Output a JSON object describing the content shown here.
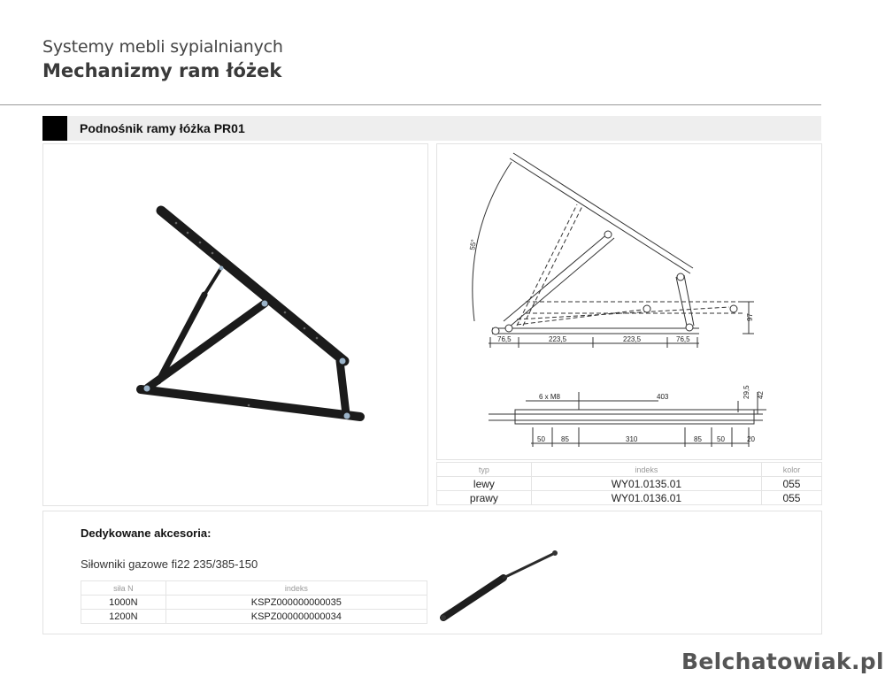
{
  "header": {
    "subtitle": "Systemy mebli sypialnianych",
    "title": "Mechanizmy ram łóżek"
  },
  "section": {
    "title": "Podnośnik ramy łóżka PR01"
  },
  "drawing": {
    "angle_label": "55°",
    "height_label": "97",
    "dims_top": [
      "76,5",
      "223,5",
      "223,5",
      "76,5"
    ],
    "bolt_label": "6 x M8",
    "length_label": "403",
    "right_dims": [
      "29,5",
      "42"
    ],
    "dims_bottom": [
      "50",
      "85",
      "310",
      "85",
      "50",
      "20"
    ]
  },
  "variants": {
    "headers": [
      "typ",
      "indeks",
      "kolor"
    ],
    "rows": [
      [
        "lewy",
        "WY01.0135.01",
        "055"
      ],
      [
        "prawy",
        "WY01.0136.01",
        "055"
      ]
    ]
  },
  "accessories": {
    "title": "Dedykowane akcesoria:",
    "product": "Siłowniki gazowe fi22 235/385-150",
    "headers": [
      "siła N",
      "indeks"
    ],
    "rows": [
      [
        "1000N",
        "KSPZ000000000035"
      ],
      [
        "1200N",
        "KSPZ000000000034"
      ]
    ]
  },
  "watermark": "Belchatowiak.pl"
}
